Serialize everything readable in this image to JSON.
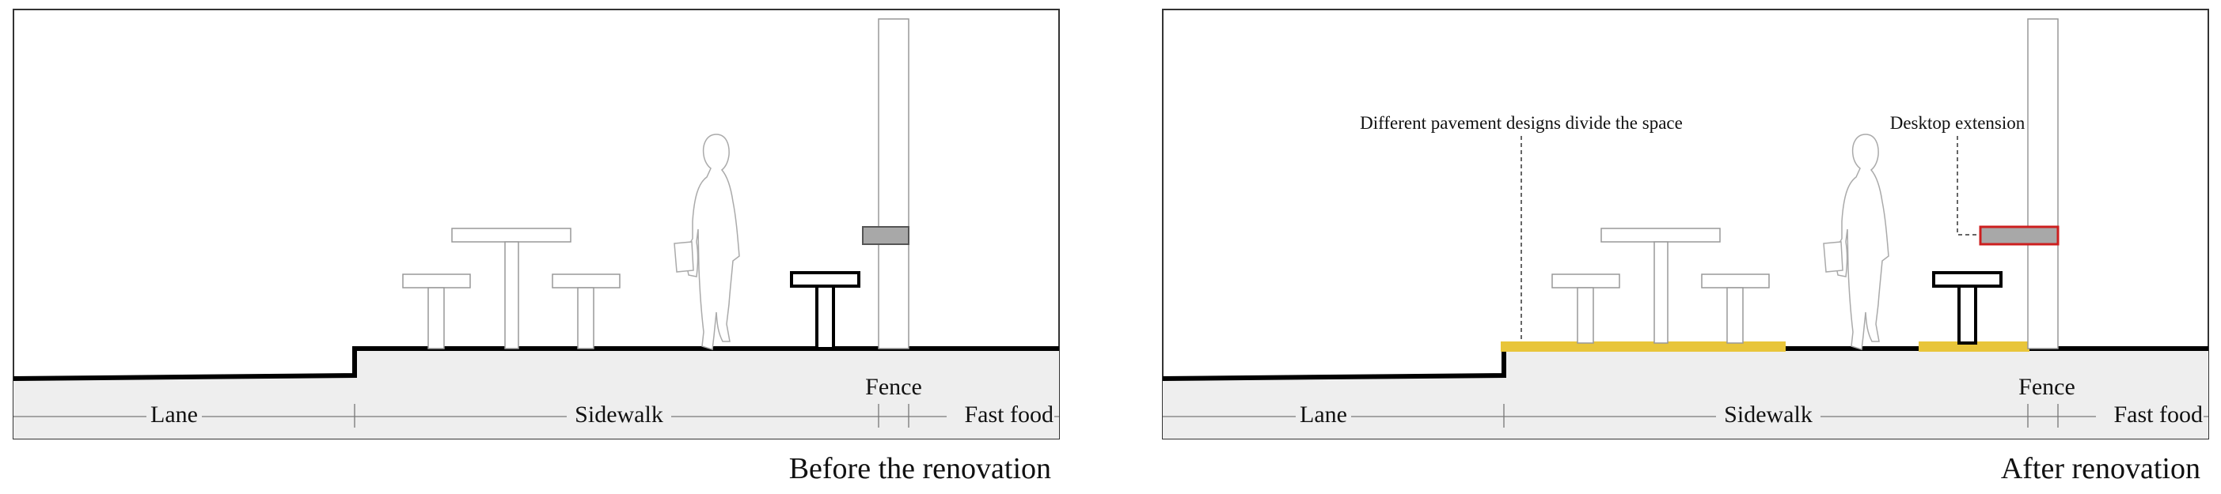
{
  "panels": [
    {
      "caption": "Before the renovation",
      "zones": {
        "lane": "Lane",
        "sidewalk": "Sidewalk",
        "fence": "Fence",
        "fast_food": "Fast food"
      }
    },
    {
      "caption": "After renovation",
      "zones": {
        "lane": "Lane",
        "sidewalk": "Sidewalk",
        "fence": "Fence",
        "fast_food": "Fast food"
      },
      "annotations": {
        "pavement": "Different pavement designs divide the space",
        "desktop": "Desktop extension"
      }
    }
  ],
  "colors": {
    "pavement_highlight": "#e8c53a",
    "desktop_extension_fill": "#a8a8a8",
    "desktop_extension_stroke": "#cc1f1f",
    "ground_fill": "#eeeeee"
  }
}
